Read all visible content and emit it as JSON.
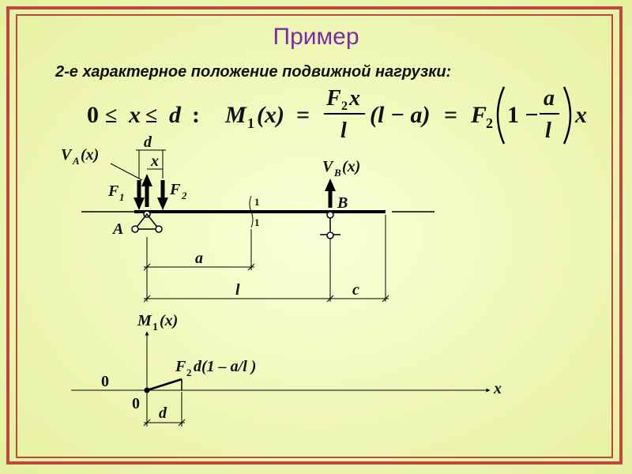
{
  "slide": {
    "title": "Пример",
    "subtitle": "2-е характерное положение подвижной нагрузки:"
  },
  "formula": {
    "range_lhs": "0",
    "le1": "≤",
    "range_var": "x",
    "le2": "≤",
    "range_rhs": "d",
    "colon": ":",
    "moment": "M",
    "moment_sub": "1",
    "moment_arg": "(x)",
    "eq1": "=",
    "frac_num_F": "F",
    "frac_num_sub": "2",
    "frac_num_x": "x",
    "frac_den": "l",
    "paren_term": "(l − a)",
    "eq2": "=",
    "factor_F": "F",
    "factor_sub": "2",
    "bracket_one": "1 −",
    "inner_num": "a",
    "inner_den": "l",
    "tail_x": "x"
  },
  "beam": {
    "VA": "V",
    "VA_sub": "A",
    "VA_arg": "(x)",
    "VB": "V",
    "VB_sub": "B",
    "VB_arg": "(x)",
    "F1": "F",
    "F1_sub": "1",
    "F2": "F",
    "F2_sub": "2",
    "d_label": "d",
    "x_label": "x",
    "support_A": "A",
    "support_B": "B",
    "section_top": "1",
    "section_bottom": "1",
    "dim_a": "a",
    "dim_l": "l",
    "dim_c": "c"
  },
  "graph": {
    "axis_title": "M",
    "axis_title_sub": "1",
    "axis_title_arg": "(x)",
    "x_axis_label": "x",
    "left_zero": "0",
    "origin_zero": "0",
    "value_F": "F",
    "value_sub": "2",
    "value_rest": "d(1 – a/l )",
    "dim_d": "d"
  }
}
